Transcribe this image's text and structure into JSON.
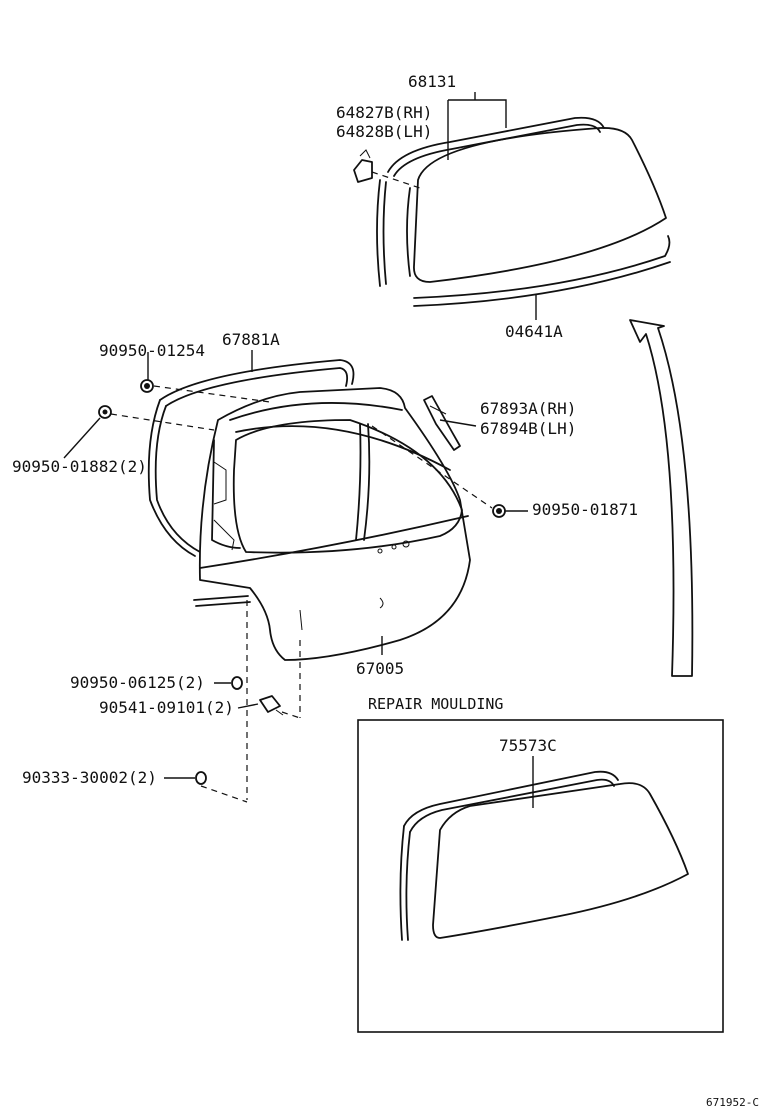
{
  "labels": {
    "p68131": "68131",
    "p64827b": "64827B(RH)",
    "p64828b": "64828B(LH)",
    "p04641a": "04641A",
    "p67881a": "67881A",
    "p90950_01254": "90950-01254",
    "p67893a": "67893A(RH)",
    "p67894b": "67894B(LH)",
    "p90950_01882": "90950-01882(2)",
    "p90950_01871": "90950-01871",
    "p67005": "67005",
    "p90950_06125": "90950-06125(2)",
    "p90541_09101": "90541-09101(2)",
    "p90333_30002": "90333-30002(2)",
    "repair_title": "REPAIR MOULDING",
    "p75573c": "75573C",
    "diagram_code": "671952-C"
  }
}
